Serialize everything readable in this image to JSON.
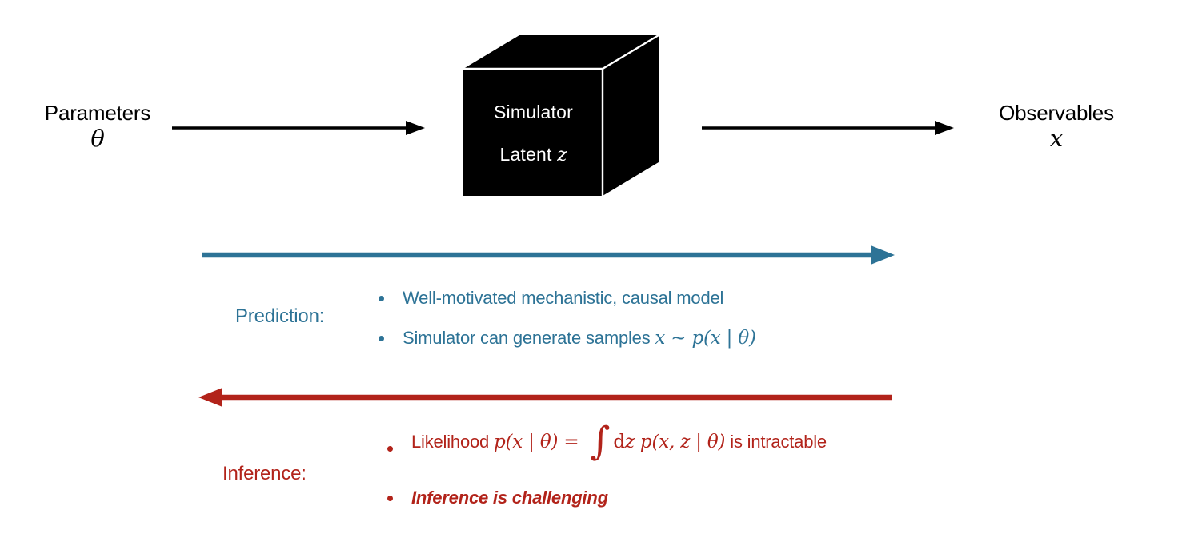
{
  "palette": {
    "blue": "#2d7396",
    "red": "#b2231a",
    "ink": "#000000",
    "bg": "#ffffff"
  },
  "top_row": {
    "parameters": {
      "label": "Parameters",
      "symbol": "θ"
    },
    "simulator": {
      "line1": "Simulator",
      "line2_label": "Latent ",
      "line2_symbol": "z"
    },
    "observables": {
      "label": "Observables",
      "symbol": "x"
    }
  },
  "prediction": {
    "label": "Prediction:",
    "bullets": [
      {
        "parts": [
          {
            "text": "Well-motivated mechanistic, causal model",
            "style": "plain"
          }
        ]
      },
      {
        "parts": [
          {
            "text": "Simulator can generate samples ",
            "style": "plain"
          },
          {
            "text": "x ∼ p(x | θ)",
            "style": "math"
          }
        ]
      }
    ]
  },
  "inference": {
    "label": "Inference:",
    "bullets": [
      {
        "parts": [
          {
            "text": "Likelihood ",
            "style": "plain"
          },
          {
            "text": "p(x | θ) = ",
            "style": "math"
          },
          {
            "text": "∫",
            "style": "integral"
          },
          {
            "text": "d",
            "style": "mathrm"
          },
          {
            "text": "z p(x, z | θ)",
            "style": "math"
          },
          {
            "text": " is intractable",
            "style": "plain"
          }
        ]
      },
      {
        "parts": [
          {
            "text": "Inference is challenging",
            "style": "plain-bold-italic"
          }
        ]
      }
    ]
  }
}
